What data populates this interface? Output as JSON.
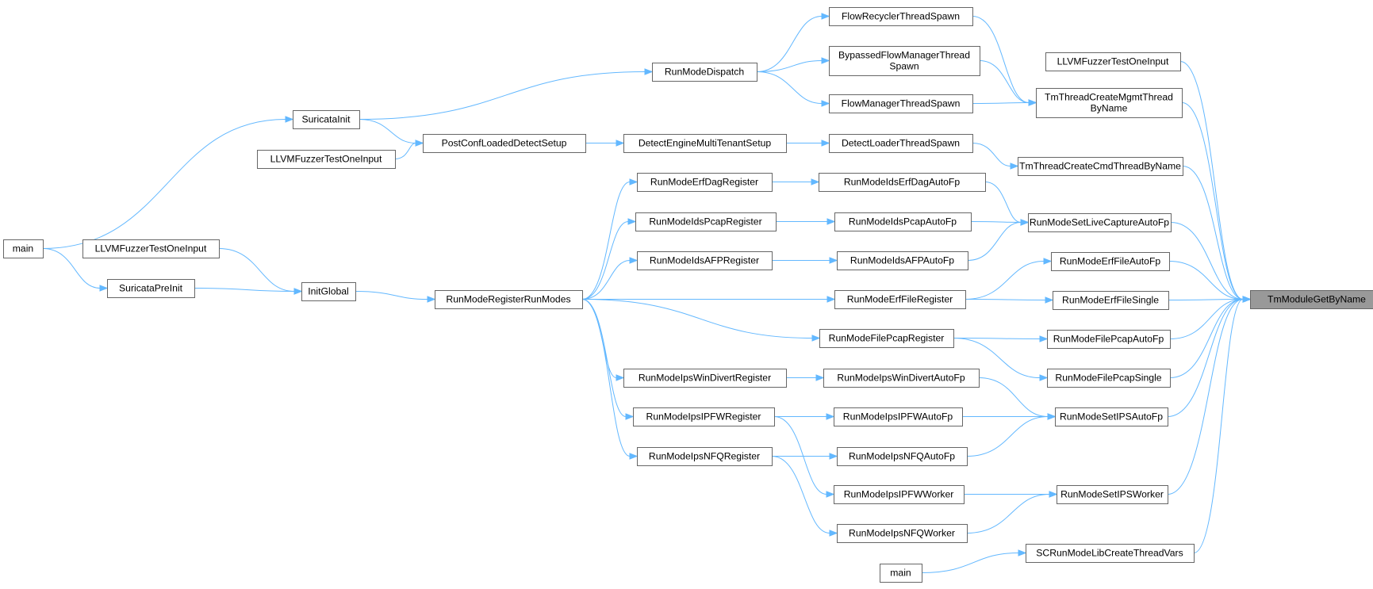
{
  "colors": {
    "edge": "#63b8ff",
    "node_border": "#666666",
    "node_fill": "#ffffff",
    "focus_fill": "#999999"
  },
  "nodes": [
    {
      "id": "tmget",
      "label": "TmModuleGetByName",
      "focus": true
    },
    {
      "id": "llvm_right",
      "label": "LLVMFuzzerTestOneInput"
    },
    {
      "id": "tmmgmt",
      "label": "TmThreadCreateMgmtThread ByName"
    },
    {
      "id": "tmcmd",
      "label": "TmThreadCreateCmdThreadByName"
    },
    {
      "id": "livecap",
      "label": "RunModeSetLiveCaptureAutoFp"
    },
    {
      "id": "erffileauto",
      "label": "RunModeErfFileAutoFp"
    },
    {
      "id": "erffilesingle",
      "label": "RunModeErfFileSingle"
    },
    {
      "id": "filepcapauto",
      "label": "RunModeFilePcapAutoFp"
    },
    {
      "id": "filepcapsingle",
      "label": "RunModeFilePcapSingle"
    },
    {
      "id": "setipsauto",
      "label": "RunModeSetIPSAutoFp"
    },
    {
      "id": "setipsworker",
      "label": "RunModeSetIPSWorker"
    },
    {
      "id": "sclib",
      "label": "SCRunModeLibCreateThreadVars"
    },
    {
      "id": "flowrec",
      "label": "FlowRecyclerThreadSpawn"
    },
    {
      "id": "bypassed",
      "label": "BypassedFlowManagerThread Spawn"
    },
    {
      "id": "flowmgr",
      "label": "FlowManagerThreadSpawn"
    },
    {
      "id": "detloader",
      "label": "DetectLoaderThreadSpawn"
    },
    {
      "id": "erfdagauto",
      "label": "RunModeIdsErfDagAutoFp"
    },
    {
      "id": "pcapauto",
      "label": "RunModeIdsPcapAutoFp"
    },
    {
      "id": "afpauto",
      "label": "RunModeIdsAFPAutoFp"
    },
    {
      "id": "erffilereg",
      "label": "RunModeErfFileRegister"
    },
    {
      "id": "filepcapreg",
      "label": "RunModeFilePcapRegister"
    },
    {
      "id": "windivauto",
      "label": "RunModeIpsWinDivertAutoFp"
    },
    {
      "id": "ipfwauto",
      "label": "RunModeIpsIPFWAutoFp"
    },
    {
      "id": "nfqauto",
      "label": "RunModeIpsNFQAutoFp"
    },
    {
      "id": "ipfwworker",
      "label": "RunModeIpsIPFWWorker"
    },
    {
      "id": "nfqworker",
      "label": "RunModeIpsNFQWorker"
    },
    {
      "id": "main_bottom",
      "label": "main"
    },
    {
      "id": "dispatch",
      "label": "RunModeDispatch"
    },
    {
      "id": "detmulti",
      "label": "DetectEngineMultiTenantSetup"
    },
    {
      "id": "erfdagreg",
      "label": "RunModeErfDagRegister"
    },
    {
      "id": "pcapreg",
      "label": "RunModeIdsPcapRegister"
    },
    {
      "id": "afpreg",
      "label": "RunModeIdsAFPRegister"
    },
    {
      "id": "windivreg",
      "label": "RunModeIpsWinDivertRegister"
    },
    {
      "id": "ipfwreg",
      "label": "RunModeIpsIPFWRegister"
    },
    {
      "id": "nfqreg",
      "label": "RunModeIpsNFQRegister"
    },
    {
      "id": "postconf",
      "label": "PostConfLoadedDetectSetup"
    },
    {
      "id": "regrunmodes",
      "label": "RunModeRegisterRunModes"
    },
    {
      "id": "suricatainit",
      "label": "SuricataInit"
    },
    {
      "id": "llvm_mid",
      "label": "LLVMFuzzerTestOneInput"
    },
    {
      "id": "initglobal",
      "label": "InitGlobal"
    },
    {
      "id": "llvm_left",
      "label": "LLVMFuzzerTestOneInput"
    },
    {
      "id": "preinit",
      "label": "SuricataPreInit"
    },
    {
      "id": "main_left",
      "label": "main"
    }
  ],
  "edges": [
    [
      "llvm_right",
      "tmget"
    ],
    [
      "tmmgmt",
      "tmget"
    ],
    [
      "tmcmd",
      "tmget"
    ],
    [
      "livecap",
      "tmget"
    ],
    [
      "erffileauto",
      "tmget"
    ],
    [
      "erffilesingle",
      "tmget"
    ],
    [
      "filepcapauto",
      "tmget"
    ],
    [
      "filepcapsingle",
      "tmget"
    ],
    [
      "setipsauto",
      "tmget"
    ],
    [
      "setipsworker",
      "tmget"
    ],
    [
      "sclib",
      "tmget"
    ],
    [
      "flowrec",
      "tmmgmt"
    ],
    [
      "bypassed",
      "tmmgmt"
    ],
    [
      "flowmgr",
      "tmmgmt"
    ],
    [
      "detloader",
      "tmcmd"
    ],
    [
      "erfdagauto",
      "livecap"
    ],
    [
      "pcapauto",
      "livecap"
    ],
    [
      "afpauto",
      "livecap"
    ],
    [
      "erffilereg",
      "erffileauto"
    ],
    [
      "erffilereg",
      "erffilesingle"
    ],
    [
      "filepcapreg",
      "filepcapauto"
    ],
    [
      "filepcapreg",
      "filepcapsingle"
    ],
    [
      "windivauto",
      "setipsauto"
    ],
    [
      "ipfwauto",
      "setipsauto"
    ],
    [
      "nfqauto",
      "setipsauto"
    ],
    [
      "ipfwworker",
      "setipsworker"
    ],
    [
      "nfqworker",
      "setipsworker"
    ],
    [
      "main_bottom",
      "sclib"
    ],
    [
      "dispatch",
      "flowrec"
    ],
    [
      "dispatch",
      "bypassed"
    ],
    [
      "dispatch",
      "flowmgr"
    ],
    [
      "detmulti",
      "detloader"
    ],
    [
      "erfdagreg",
      "erfdagauto"
    ],
    [
      "pcapreg",
      "pcapauto"
    ],
    [
      "afpreg",
      "afpauto"
    ],
    [
      "windivreg",
      "windivauto"
    ],
    [
      "ipfwreg",
      "ipfwauto"
    ],
    [
      "ipfwreg",
      "ipfwworker"
    ],
    [
      "nfqreg",
      "nfqauto"
    ],
    [
      "nfqreg",
      "nfqworker"
    ],
    [
      "regrunmodes",
      "erffilereg"
    ],
    [
      "regrunmodes",
      "filepcapreg"
    ],
    [
      "regrunmodes",
      "erfdagreg"
    ],
    [
      "regrunmodes",
      "pcapreg"
    ],
    [
      "regrunmodes",
      "afpreg"
    ],
    [
      "regrunmodes",
      "windivreg"
    ],
    [
      "regrunmodes",
      "ipfwreg"
    ],
    [
      "regrunmodes",
      "nfqreg"
    ],
    [
      "suricatainit",
      "dispatch"
    ],
    [
      "postconf",
      "detmulti"
    ],
    [
      "suricatainit",
      "postconf"
    ],
    [
      "llvm_mid",
      "postconf"
    ],
    [
      "initglobal",
      "regrunmodes"
    ],
    [
      "main_left",
      "suricatainit"
    ],
    [
      "llvm_left",
      "initglobal"
    ],
    [
      "preinit",
      "initglobal"
    ],
    [
      "main_left",
      "preinit"
    ]
  ]
}
